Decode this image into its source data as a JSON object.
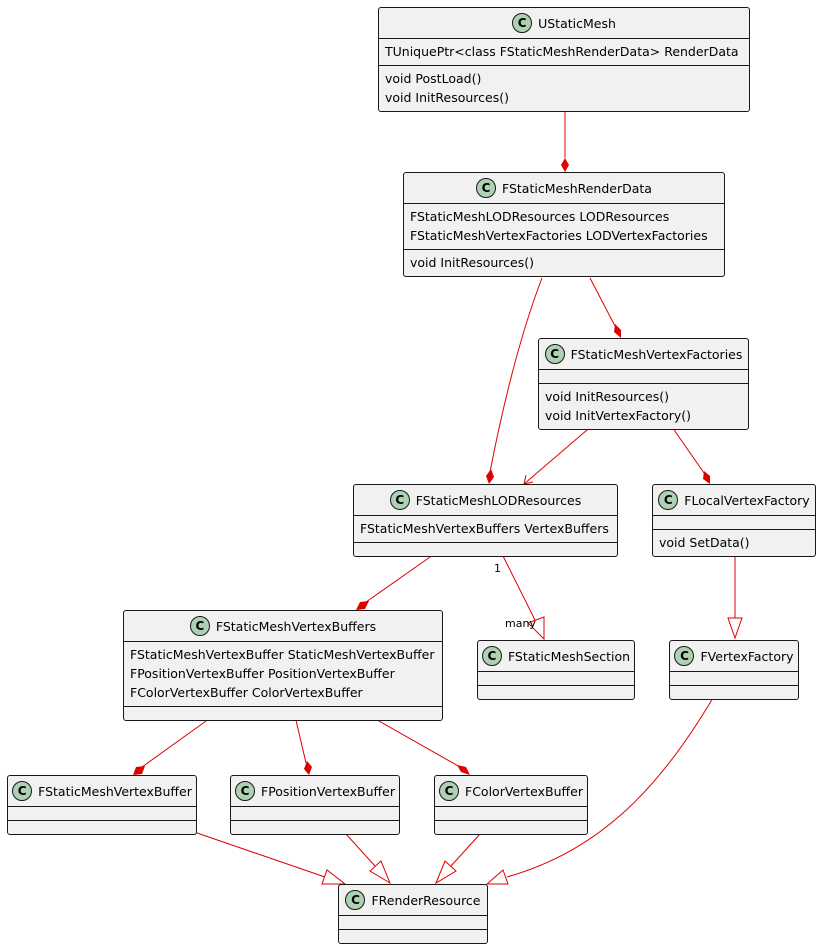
{
  "classes": {
    "ustaticmesh": {
      "badge": "C",
      "name": "UStaticMesh",
      "fields": [
        "TUniquePtr<class FStaticMeshRenderData> RenderData"
      ],
      "methods": [
        "void PostLoad()",
        "void InitResources()"
      ]
    },
    "renderdata": {
      "badge": "C",
      "name": "FStaticMeshRenderData",
      "fields": [
        "FStaticMeshLODResources LODResources",
        "FStaticMeshVertexFactories LODVertexFactories"
      ],
      "methods": [
        "void InitResources()"
      ]
    },
    "vertexfactories": {
      "badge": "C",
      "name": "FStaticMeshVertexFactories",
      "fields": [],
      "methods": [
        "void InitResources()",
        "void InitVertexFactory()"
      ]
    },
    "lodresources": {
      "badge": "C",
      "name": "FStaticMeshLODResources",
      "fields": [
        "FStaticMeshVertexBuffers VertexBuffers"
      ],
      "methods": []
    },
    "localvertexfactory": {
      "badge": "C",
      "name": "FLocalVertexFactory",
      "fields": [],
      "methods": [
        "void SetData()"
      ]
    },
    "vertexbuffers": {
      "badge": "C",
      "name": "FStaticMeshVertexBuffers",
      "fields": [
        "FStaticMeshVertexBuffer StaticMeshVertexBuffer",
        "FPositionVertexBuffer PositionVertexBuffer",
        "FColorVertexBuffer ColorVertexBuffer"
      ],
      "methods": []
    },
    "section": {
      "badge": "C",
      "name": "FStaticMeshSection",
      "fields": [],
      "methods": []
    },
    "vertexfactory": {
      "badge": "C",
      "name": "FVertexFactory",
      "fields": [],
      "methods": []
    },
    "smvertexbuffer": {
      "badge": "C",
      "name": "FStaticMeshVertexBuffer",
      "fields": [],
      "methods": []
    },
    "posvertexbuffer": {
      "badge": "C",
      "name": "FPositionVertexBuffer",
      "fields": [],
      "methods": []
    },
    "colvertexbuffer": {
      "badge": "C",
      "name": "FColorVertexBuffer",
      "fields": [],
      "methods": []
    },
    "renderresource": {
      "badge": "C",
      "name": "FRenderResource",
      "fields": [],
      "methods": []
    }
  },
  "multiplicity": {
    "lod_section_source": "1",
    "lod_section_target": "many"
  },
  "colors": {
    "edge": "#e00000",
    "box_fill": "#f1f1f1",
    "badge_fill": "#add1b2",
    "border": "#181818"
  }
}
